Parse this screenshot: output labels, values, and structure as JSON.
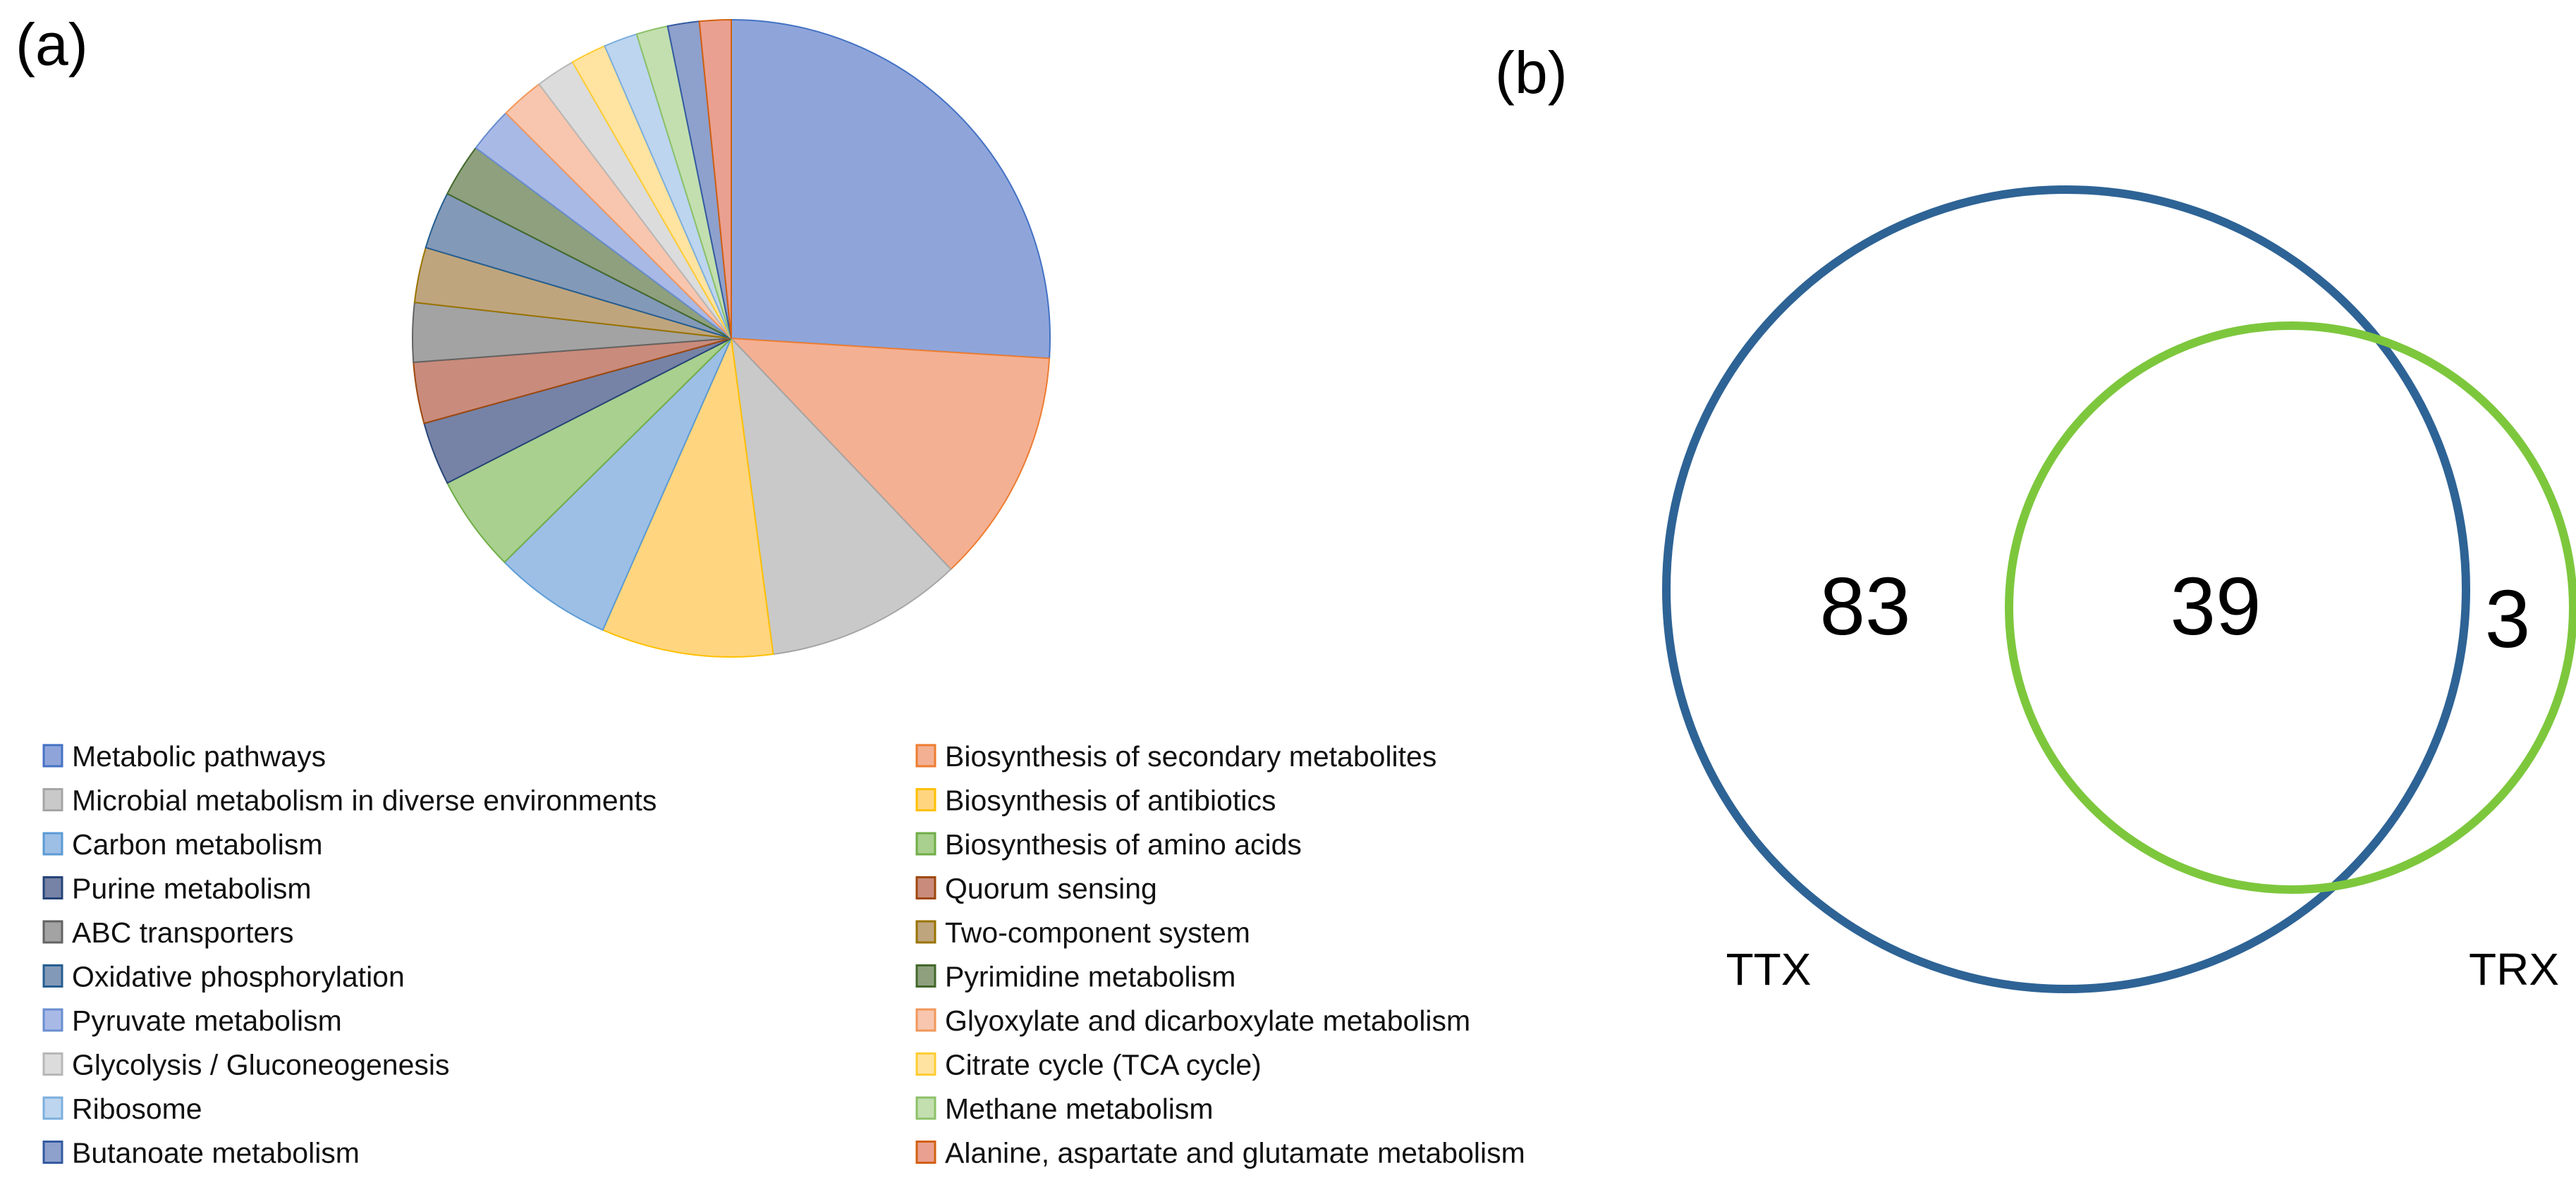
{
  "panels": {
    "a": "(a)",
    "b": "(b)"
  },
  "chart_data": [
    {
      "type": "pie",
      "start": "top",
      "direction": "clockwise",
      "legend_position": "bottom, two columns",
      "categories": [
        "Metabolic pathways",
        "Biosynthesis of secondary metabolites",
        "Microbial metabolism in diverse environments",
        "Biosynthesis of antibiotics",
        "Carbon metabolism",
        "Biosynthesis of amino acids",
        "Purine metabolism",
        "Quorum sensing",
        "ABC transporters",
        "Two-component system",
        "Oxidative phosphorylation",
        "Pyrimidine metabolism",
        "Pyruvate metabolism",
        "Glyoxylate and dicarboxylate metabolism",
        "Glycolysis / Gluconeogenesis",
        "Citrate cycle (TCA cycle)",
        "Ribosome",
        "Methane metabolism",
        "Butanoate metabolism",
        "Alanine, aspartate and glutamate metabolism"
      ],
      "values": [
        26,
        11.9,
        10,
        8.7,
        6,
        4.9,
        3.2,
        3.1,
        3,
        2.8,
        2.9,
        2.7,
        2.3,
        2.2,
        2,
        1.8,
        1.7,
        1.6,
        1.6,
        1.6
      ],
      "colors": [
        "#8FA5DA",
        "#F4B093",
        "#C9C9C9",
        "#FFD580",
        "#9DBFE6",
        "#A9D08E",
        "#7683A6",
        "#C98B7C",
        "#A3A3A3",
        "#BFA57E",
        "#8399B8",
        "#8EA07E",
        "#A9B9E6",
        "#F8C6AE",
        "#DCDCDC",
        "#FFE3A0",
        "#BDD5EF",
        "#C3DFB0",
        "#8EA0CC",
        "#EAA090"
      ],
      "edge_colors": [
        "#4472C4",
        "#ED7D31",
        "#A5A5A5",
        "#FFC000",
        "#5B9BD5",
        "#70AD47",
        "#264478",
        "#9E480E",
        "#636363",
        "#997300",
        "#255E91",
        "#43682B",
        "#698ED0",
        "#F1975A",
        "#B7B7B7",
        "#FFCD33",
        "#7CAFDD",
        "#8CC168",
        "#335AA1",
        "#D26012"
      ]
    },
    {
      "type": "venn",
      "sets": [
        {
          "name": "TTX",
          "color": "#2E6395"
        },
        {
          "name": "TRX",
          "color": "#7DC73D"
        }
      ],
      "regions": {
        "TTX_only": "83",
        "both": "39",
        "TRX_only": "3"
      }
    }
  ]
}
